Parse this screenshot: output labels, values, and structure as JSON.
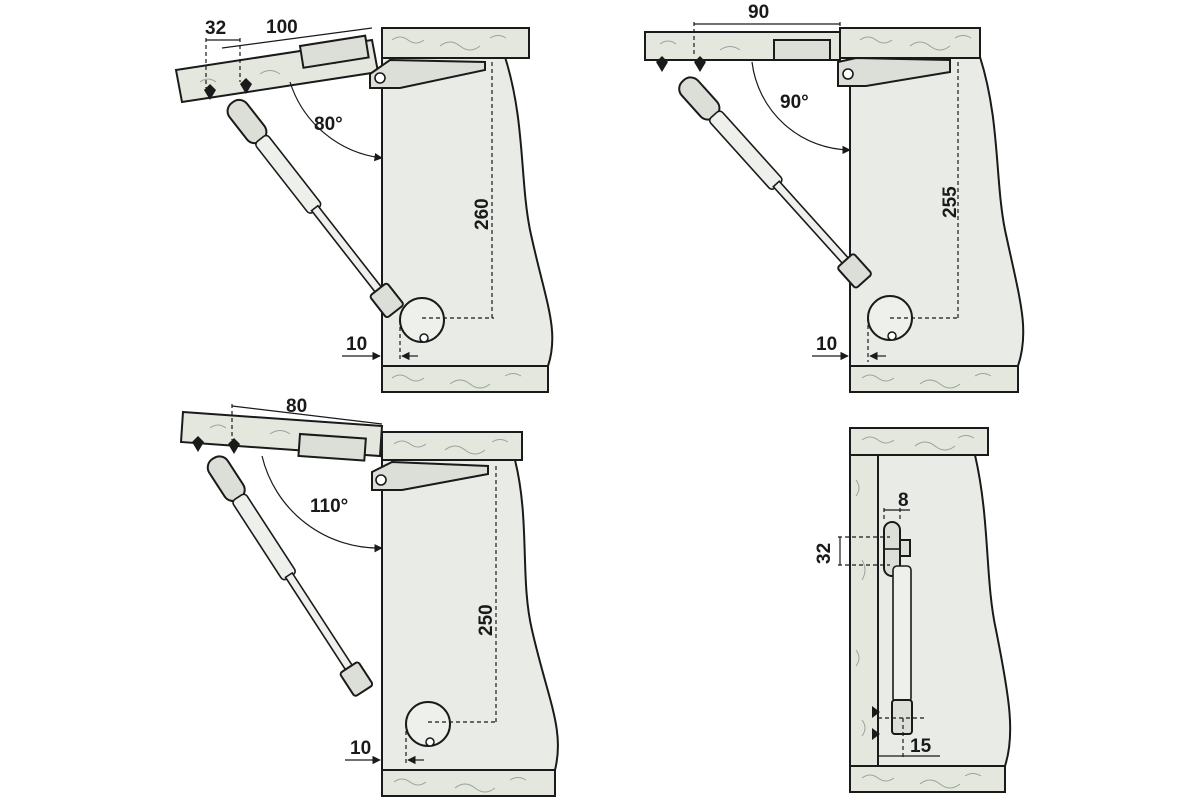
{
  "views": [
    {
      "angle": "80°",
      "height": "260",
      "offset": "10",
      "spacing": "32",
      "length": "100"
    },
    {
      "angle": "90°",
      "height": "255",
      "offset": "10",
      "length": "90"
    },
    {
      "angle": "110°",
      "height": "250",
      "offset": "10",
      "length": "80"
    },
    {
      "width": "8",
      "spacing": "32",
      "offset": "15"
    }
  ],
  "colors": {
    "line": "#1a1a1a",
    "panel": "#e9ece6",
    "wood_grain": "#9aa39a"
  }
}
